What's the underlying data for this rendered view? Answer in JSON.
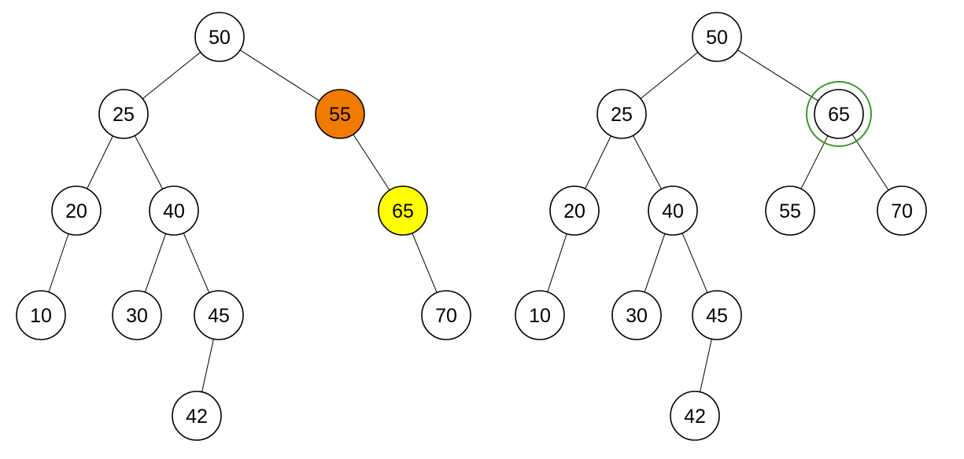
{
  "colors": {
    "background": "#ffffff",
    "node_fill": "#ffffff",
    "stroke": "#000000",
    "highlight_orange": "#f07b00",
    "highlight_yellow": "#ffff00",
    "ring_green": "#3a9a2a"
  },
  "trees": [
    {
      "nodes": [
        {
          "id": "l50",
          "label": "50"
        },
        {
          "id": "l25",
          "label": "25"
        },
        {
          "id": "l55",
          "label": "55",
          "fill": "#f07b00"
        },
        {
          "id": "l20",
          "label": "20"
        },
        {
          "id": "l40",
          "label": "40"
        },
        {
          "id": "l65",
          "label": "65",
          "fill": "#ffff00"
        },
        {
          "id": "l10",
          "label": "10"
        },
        {
          "id": "l30",
          "label": "30"
        },
        {
          "id": "l45",
          "label": "45"
        },
        {
          "id": "l70",
          "label": "70"
        },
        {
          "id": "l42",
          "label": "42"
        }
      ],
      "edges": [
        [
          "l50",
          "l25"
        ],
        [
          "l50",
          "l55"
        ],
        [
          "l25",
          "l20"
        ],
        [
          "l25",
          "l40"
        ],
        [
          "l55",
          "l65"
        ],
        [
          "l20",
          "l10"
        ],
        [
          "l40",
          "l30"
        ],
        [
          "l40",
          "l45"
        ],
        [
          "l65",
          "l70"
        ],
        [
          "l45",
          "l42"
        ]
      ]
    },
    {
      "nodes": [
        {
          "id": "r50",
          "label": "50"
        },
        {
          "id": "r25",
          "label": "25"
        },
        {
          "id": "r65",
          "label": "65",
          "ring": "#3a9a2a"
        },
        {
          "id": "r20",
          "label": "20"
        },
        {
          "id": "r40",
          "label": "40"
        },
        {
          "id": "r55",
          "label": "55"
        },
        {
          "id": "r70",
          "label": "70"
        },
        {
          "id": "r10",
          "label": "10"
        },
        {
          "id": "r30",
          "label": "30"
        },
        {
          "id": "r45",
          "label": "45"
        },
        {
          "id": "r42",
          "label": "42"
        }
      ],
      "edges": [
        [
          "r50",
          "r25"
        ],
        [
          "r50",
          "r65"
        ],
        [
          "r25",
          "r20"
        ],
        [
          "r25",
          "r40"
        ],
        [
          "r65",
          "r55"
        ],
        [
          "r65",
          "r70"
        ],
        [
          "r20",
          "r10"
        ],
        [
          "r40",
          "r30"
        ],
        [
          "r40",
          "r45"
        ],
        [
          "r45",
          "r42"
        ]
      ]
    }
  ]
}
